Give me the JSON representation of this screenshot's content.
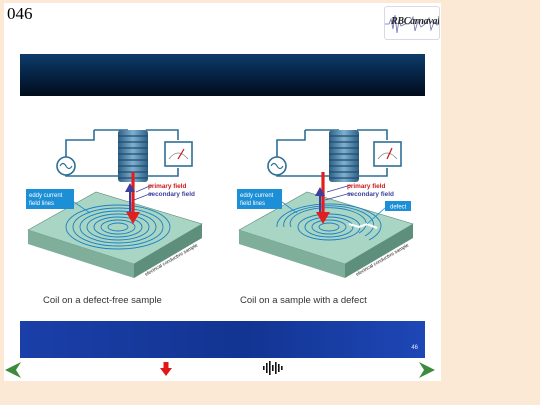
{
  "page_number": "046",
  "logo": {
    "text": "RBCarnaval"
  },
  "slide": {
    "slide_number": "46",
    "left_diagram": {
      "caption": "Coil on a defect-free sample",
      "labels": {
        "eddy": [
          "eddy current",
          "field lines"
        ],
        "primary": "primary field",
        "secondary": "secondary field",
        "sample": "electrical conductive sample"
      }
    },
    "right_diagram": {
      "caption": "Coil on a sample with a defect",
      "labels": {
        "eddy": [
          "eddy current",
          "field lines"
        ],
        "primary": "primary field",
        "secondary": "secondary field",
        "defect": "defect",
        "sample": "electrical conductive sample"
      }
    }
  },
  "icons": {
    "nav_back": "triangle-left-icon",
    "nav_forward": "triangle-right-icon",
    "down": "red-down-arrow-icon",
    "audio": "audio-waveform-icon"
  },
  "colors": {
    "background": "#fbe9d5",
    "slide": "#ffffff",
    "top_band": "#062548",
    "bottom_band": "#1a3fa8",
    "plate_top": "#a9d6c4",
    "coil": "#4a7fa3",
    "primary_field": "#e02020",
    "secondary_field": "#3b3f9e",
    "label_box": "#1d8fd6",
    "nav_arrow": "#3f8a3c"
  }
}
